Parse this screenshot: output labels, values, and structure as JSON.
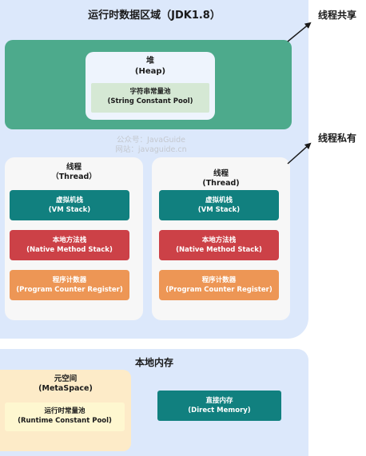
{
  "runtime_area": {
    "title": "运行时数据区域（JDK1.8）",
    "heap": {
      "title_cn": "堆",
      "title_en": "(Heap)",
      "string_pool_cn": "字符串常量池",
      "string_pool_en": "(String Constant Pool)"
    },
    "watermark": {
      "line1": "公众号：JavaGuide",
      "line2": "网站：javaguide.cn"
    },
    "threads": [
      {
        "title_cn": "线程",
        "title_en": "（Thread）",
        "vm_stack_cn": "虚拟机栈",
        "vm_stack_en": "(VM Stack)",
        "native_stack_cn": "本地方法栈",
        "native_stack_en": "(Native Method Stack)",
        "pc_cn": "程序计数器",
        "pc_en": "(Program Counter Register)"
      },
      {
        "title_cn": "线程",
        "title_en": "(Thread)",
        "vm_stack_cn": "虚拟机栈",
        "vm_stack_en": "(VM Stack)",
        "native_stack_cn": "本地方法栈",
        "native_stack_en": "(Native Method Stack)",
        "pc_cn": "程序计数器",
        "pc_en": "(Program Counter Register)"
      }
    ]
  },
  "native_memory": {
    "title": "本地内存",
    "metaspace_cn": "元空间",
    "metaspace_en": "(MetaSpace)",
    "runtime_pool_cn": "运行时常量池",
    "runtime_pool_en": "(Runtime Constant Pool)",
    "direct_memory_cn": "直接内存",
    "direct_memory_en": "(Direct Memory)"
  },
  "labels": {
    "shared": "线程共享",
    "private": "线程私有"
  },
  "colors": {
    "panel_bg": "#dce8fb",
    "shared_green": "#4daa8c",
    "vm_stack": "#11807f",
    "native_stack": "#cc4147",
    "program_counter": "#ed9655",
    "metaspace": "#fdebc8"
  }
}
